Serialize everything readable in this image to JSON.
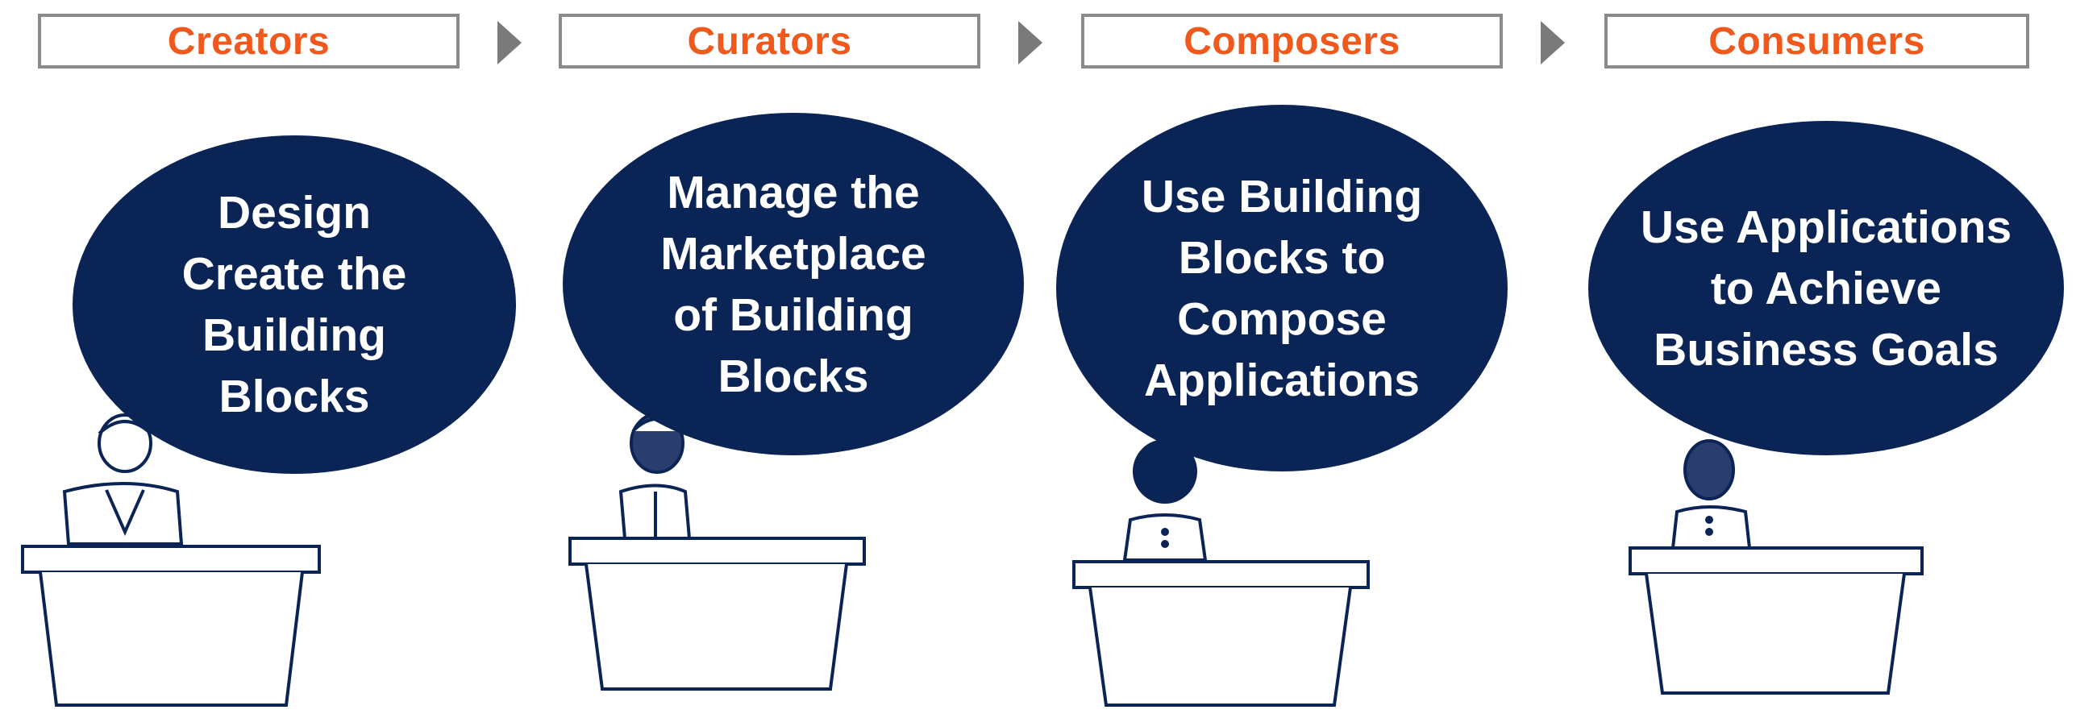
{
  "stages": [
    {
      "label": "Creators",
      "description": "Design\nCreate the\nBuilding\nBlocks"
    },
    {
      "label": "Curators",
      "description": "Manage the\nMarketplace\nof Building\nBlocks"
    },
    {
      "label": "Composers",
      "description": "Use Building\nBlocks to\nCompose\nApplications"
    },
    {
      "label": "Consumers",
      "description": "Use Applications\nto Achieve\nBusiness Goals"
    }
  ],
  "colors": {
    "accent": "#f0581c",
    "bubble": "#0b2456",
    "figure_line": "#0b2456",
    "arrow": "#7a7a7a"
  },
  "icons": [
    "chevron-right-icon",
    "person-at-podium-icon"
  ]
}
